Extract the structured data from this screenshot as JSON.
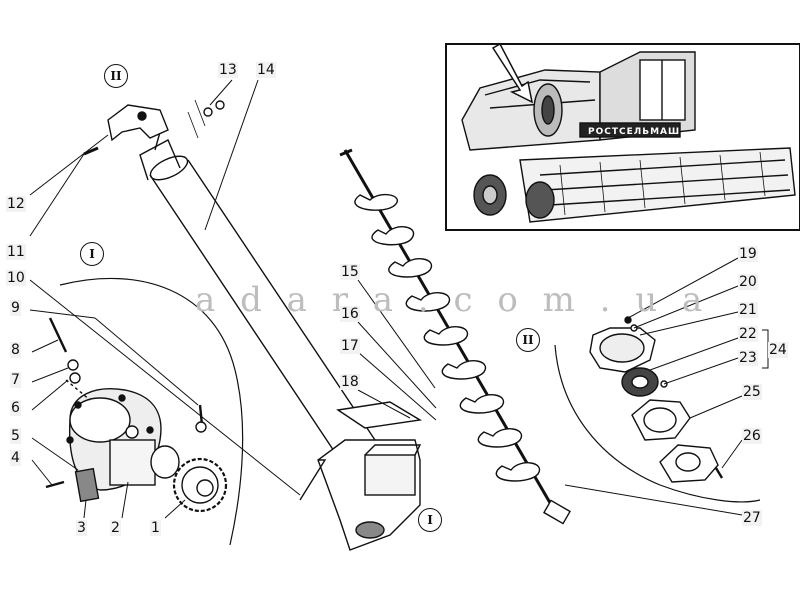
{
  "watermark": "a d a r a . c o m . u a",
  "inset_plate_text": "РОСТСЕЛЬМАШ",
  "callouts": [
    {
      "id": "1",
      "text": "1"
    },
    {
      "id": "2",
      "text": "2"
    },
    {
      "id": "3",
      "text": "3"
    },
    {
      "id": "4",
      "text": "4"
    },
    {
      "id": "5",
      "text": "5"
    },
    {
      "id": "6",
      "text": "6"
    },
    {
      "id": "7",
      "text": "7"
    },
    {
      "id": "8",
      "text": "8"
    },
    {
      "id": "9",
      "text": "9"
    },
    {
      "id": "10",
      "text": "10"
    },
    {
      "id": "11",
      "text": "11"
    },
    {
      "id": "12",
      "text": "12"
    },
    {
      "id": "13",
      "text": "13"
    },
    {
      "id": "14",
      "text": "14"
    },
    {
      "id": "15",
      "text": "15"
    },
    {
      "id": "16",
      "text": "16"
    },
    {
      "id": "17",
      "text": "17"
    },
    {
      "id": "18",
      "text": "18"
    },
    {
      "id": "19",
      "text": "19"
    },
    {
      "id": "20",
      "text": "20"
    },
    {
      "id": "21",
      "text": "21"
    },
    {
      "id": "22",
      "text": "22"
    },
    {
      "id": "23",
      "text": "23"
    },
    {
      "id": "24",
      "text": "24"
    },
    {
      "id": "25",
      "text": "25"
    },
    {
      "id": "26",
      "text": "26"
    },
    {
      "id": "27",
      "text": "27"
    }
  ],
  "detail_markers": [
    {
      "id": "top",
      "text": "II"
    },
    {
      "id": "left",
      "text": "I"
    },
    {
      "id": "right",
      "text": "II"
    },
    {
      "id": "bottom",
      "text": "I"
    }
  ]
}
